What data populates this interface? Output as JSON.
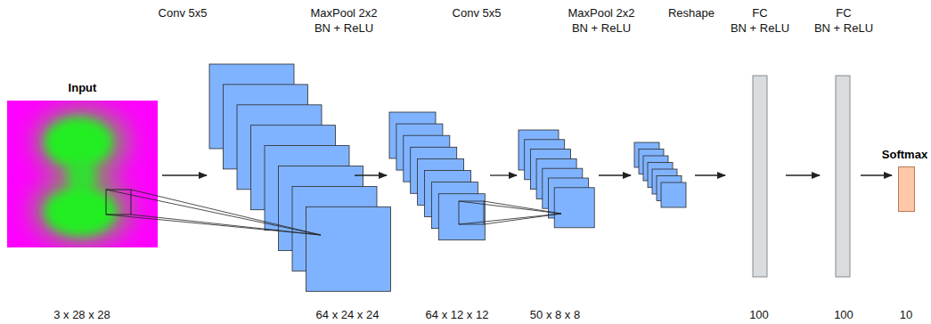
{
  "diagram": {
    "nodes": [
      {
        "text": [
          "Input"
        ]
      },
      {
        "text": [
          "Softmax"
        ]
      }
    ],
    "labels": [
      "Conv 5x5",
      "MaxPool 2x2 BN + ReLU",
      "Conv 5x5",
      "MaxPool 2x2 BN + ReLU",
      "Reshape",
      "FC BN + ReLU",
      "FC BN + ReLU",
      "3 x 28 x 28",
      "64 x 24 x 24",
      "64 x 12 x 12",
      "50 x 8 x 8",
      "100",
      "100",
      "10"
    ]
  }
}
